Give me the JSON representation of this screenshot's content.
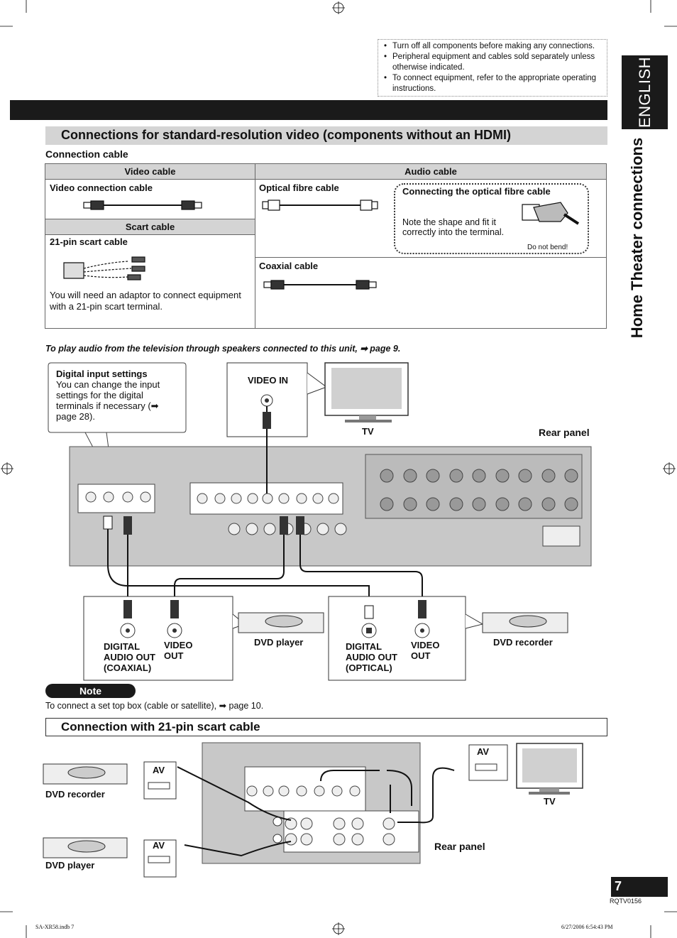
{
  "notes": [
    "Turn off all components before making any connections.",
    "Peripheral equipment and cables sold separately unless otherwise indicated.",
    "To connect equipment, refer to the appropriate operating instructions."
  ],
  "side_tab": "ENGLISH",
  "side_title": "Home Theater connections",
  "section1": {
    "title": "Connections for standard-resolution video (components without an HDMI)",
    "connection_cable_label": "Connection cable",
    "video_cable_header": "Video cable",
    "audio_cable_header": "Audio cable",
    "video_connection_cable": "Video connection cable",
    "scart_cable_header": "Scart cable",
    "scart_21pin": "21-pin scart cable",
    "scart_note": "You will need an adaptor to connect equipment with a 21-pin scart terminal.",
    "optical_fibre_cable": "Optical fibre cable",
    "optical_callout_title": "Connecting the optical fibre cable",
    "optical_callout_text": "Note the shape and fit it correctly into the terminal.",
    "do_not_bend": "Do not bend!",
    "coaxial_cable": "Coaxial cable"
  },
  "audio_tv_note": "To play audio from the television through speakers connected to this unit, ➡ page 9.",
  "diagram1": {
    "digital_input_title": "Digital input settings",
    "digital_input_text": "You can change the input settings for the digital terminals if necessary (➡ page 28).",
    "video_in": "VIDEO IN",
    "tv": "TV",
    "rear_panel": "Rear panel",
    "digital_audio_out_coaxial": "DIGITAL AUDIO OUT (COAXIAL)",
    "video_out": "VIDEO OUT",
    "dvd_player": "DVD player",
    "digital_audio_out_optical": "DIGITAL AUDIO OUT (OPTICAL)",
    "dvd_recorder": "DVD recorder"
  },
  "note": {
    "label": "Note",
    "text": "To connect a set top box (cable or satellite), ➡ page 10."
  },
  "section2": {
    "title": "Connection with 21-pin scart cable",
    "av": "AV",
    "dvd_recorder": "DVD recorder",
    "dvd_player": "DVD player",
    "tv": "TV",
    "rear_panel": "Rear panel"
  },
  "page_number": "7",
  "doc_code": "RQTV0156",
  "footer_file": "SA-XR58.indb   7",
  "footer_date": "6/27/2006   6:54:43 PM",
  "colors": {
    "bar": "#1a1a1a",
    "header_fill": "#d4d4d4",
    "panel": "#c8c8c8"
  }
}
